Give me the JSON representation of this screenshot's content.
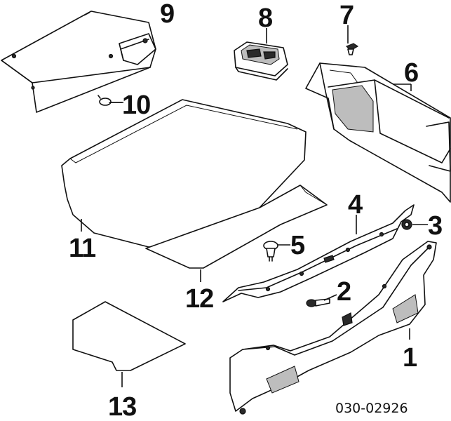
{
  "diagram": {
    "reference_code": "030-02926",
    "callouts": [
      {
        "id": "c1",
        "label": "1"
      },
      {
        "id": "c2",
        "label": "2"
      },
      {
        "id": "c3",
        "label": "3"
      },
      {
        "id": "c4",
        "label": "4"
      },
      {
        "id": "c5",
        "label": "5"
      },
      {
        "id": "c6",
        "label": "6"
      },
      {
        "id": "c7",
        "label": "7"
      },
      {
        "id": "c8",
        "label": "8"
      },
      {
        "id": "c9",
        "label": "9"
      },
      {
        "id": "c10",
        "label": "10"
      },
      {
        "id": "c11",
        "label": "11"
      },
      {
        "id": "c12",
        "label": "12"
      },
      {
        "id": "c13",
        "label": "13"
      }
    ]
  }
}
